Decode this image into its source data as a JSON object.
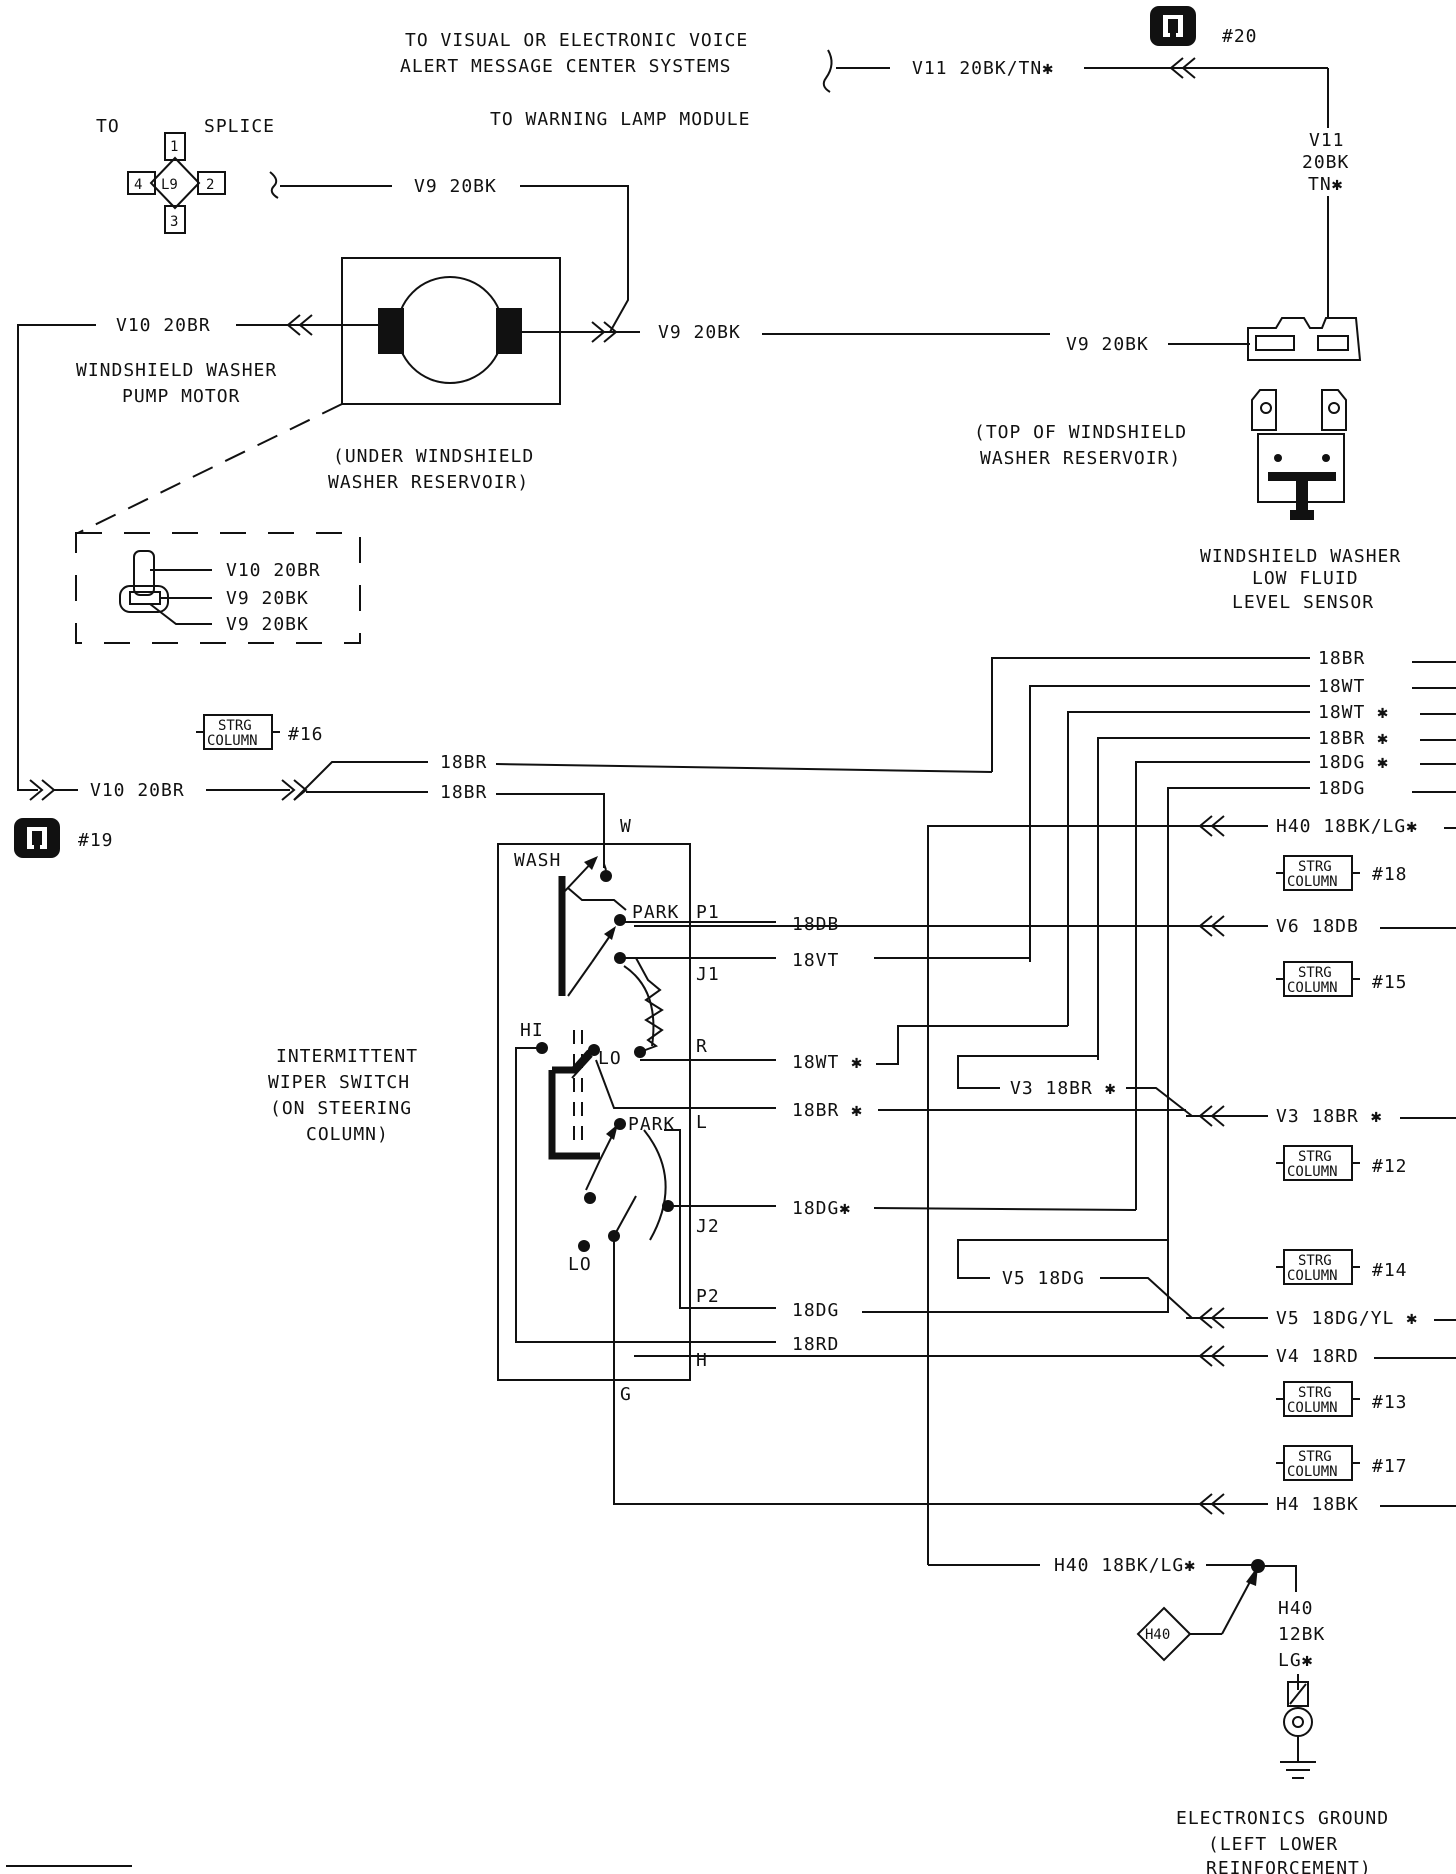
{
  "texts": {
    "top_visual": "TO VISUAL OR ELECTRONIC VOICE",
    "top_alert": "ALERT MESSAGE CENTER SYSTEMS",
    "top_warning": "TO WARNING LAMP MODULE",
    "v11_top": "V11 20BK/TN✱",
    "conn20": "#20",
    "v11_v1": "V11",
    "v11_v2": "20BK",
    "v11_v3": "TN✱",
    "to": "TO",
    "splice": "SPLICE",
    "l9": "L9",
    "p1": "1",
    "p2": "2",
    "p3": "3",
    "p4": "4",
    "v9_upper": "V9 20BK",
    "v10_motor": "V10 20BR",
    "v9_motor_right": "V9 20BK",
    "v9_sensor": "V9 20BK",
    "pump1": "WINDSHIELD WASHER",
    "pump2": "PUMP MOTOR",
    "under1": "(UNDER WINDSHIELD",
    "under2": "WASHER RESERVOIR)",
    "topres1": "(TOP OF WINDSHIELD",
    "topres2": "WASHER RESERVOIR)",
    "sensor1": "WINDSHIELD WASHER",
    "sensor2": "LOW FLUID",
    "sensor3": "LEVEL SENSOR",
    "inset1": "V10 20BR",
    "inset2": "V9 20BK",
    "inset3": "V9 20BK",
    "strg": "STRG",
    "column": "COLUMN",
    "n16": "#16",
    "n18": "#18",
    "n15": "#15",
    "n12": "#12",
    "n14": "#14",
    "n13": "#13",
    "n17": "#17",
    "v10_lower": "V10 20BR",
    "conn19": "#19",
    "r18br_a": "18BR",
    "r18br_b": "18BR",
    "rw1": "18BR",
    "rw2": "18WT",
    "rw3": "18WT ✱",
    "rw4": "18BR ✱",
    "rw5": "18DG ✱",
    "rw6": "18DG",
    "h40_right": "H40 18BK/LG✱",
    "v6": "V6 18DB",
    "v3_left": "V3 18BR ✱",
    "v3_right": "V3 18BR ✱",
    "v5_left": "V5 18DG",
    "v5_right": "V5 18DG/YL ✱",
    "v4": "V4 18RD",
    "h4": "H4 18BK",
    "h40_bottom": "H40 18BK/LG✱",
    "h40_diamond": "H40",
    "h40_v1": "H40",
    "h40_v2": "12BK",
    "h40_v3": "LG✱",
    "gnd1": "ELECTRONICS GROUND",
    "gnd2": "(LEFT LOWER",
    "gnd3": "REINFORCEMENT)",
    "sw1": "INTERMITTENT",
    "sw2": "WIPER SWITCH",
    "sw3": "(ON STEERING",
    "sw4": "COLUMN)",
    "wash": "WASH",
    "park1": "PARK",
    "park2": "PARK",
    "hi": "HI",
    "lo1": "LO",
    "lo2": "LO",
    "pin_w": "W",
    "pin_p1": "P1",
    "pin_j1": "J1",
    "pin_r": "R",
    "pin_l": "L",
    "pin_j2": "J2",
    "pin_p2": "P2",
    "pin_h": "H",
    "pin_g": "G",
    "sw_18db": "18DB",
    "sw_18vt": "18VT",
    "sw_18wt": "18WT ✱",
    "sw_18br": "18BR ✱",
    "sw_18dg": "18DG✱",
    "sw_18dg2": "18DG",
    "sw_18rd": "18RD"
  }
}
